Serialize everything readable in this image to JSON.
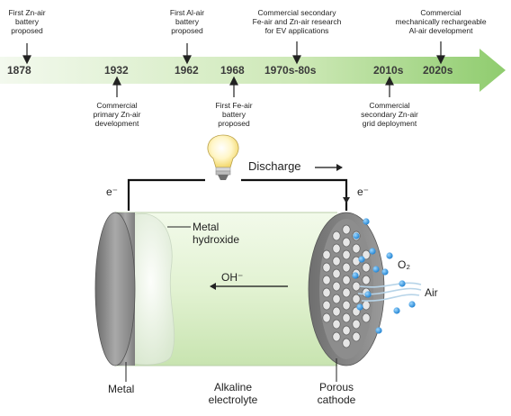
{
  "timeline": {
    "years": [
      "1878",
      "1932",
      "1962",
      "1968",
      "1970s-80s",
      "2010s",
      "2020s"
    ],
    "events": {
      "e1878": [
        "First Zn-air",
        "battery",
        "proposed"
      ],
      "e1932": [
        "Commercial",
        "primary Zn-air",
        "development"
      ],
      "e1962": [
        "First Al-air",
        "battery",
        "proposed"
      ],
      "e1968": [
        "First Fe-air",
        "battery",
        "proposed"
      ],
      "e1970s": [
        "Commercial secondary",
        "Fe-air and Zn-air research",
        "for EV applications"
      ],
      "e2010s": [
        "Commercial",
        "secondary Zn-air",
        "grid deployment"
      ],
      "e2020s": [
        "Commercial",
        "mechanically rechargeable",
        "Al-air development"
      ]
    }
  },
  "diagram": {
    "discharge": "Discharge",
    "electron_left": "e⁻",
    "electron_right": "e⁻",
    "metal_hydroxide": [
      "Metal",
      "hydroxide"
    ],
    "oh": "OH⁻",
    "o2": "O₂",
    "air": "Air",
    "metal": "Metal",
    "electrolyte": [
      "Alkaline",
      "electrolyte"
    ],
    "cathode": [
      "Porous",
      "cathode"
    ]
  }
}
